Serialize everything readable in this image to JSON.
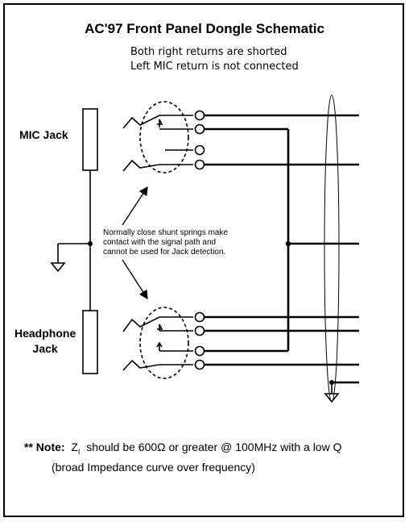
{
  "title": "AC'97 Front Panel Dongle Schematic",
  "subtitle_lines": [
    "Both right returns are shorted",
    "Left MIC return is not connected"
  ],
  "labels": {
    "mic_jack": "MIC Jack",
    "headphone_jack_line1": "Headphone",
    "headphone_jack_line2": "Jack"
  },
  "callout_lines": [
    "Normally close shunt springs make",
    "contact with the signal path and",
    "cannot be used for Jack detection."
  ],
  "note": {
    "prefix": "** Note:",
    "symbol": "Z",
    "subscript": "I",
    "text": "should be 600Ω or greater @ 100MHz with a low Q",
    "line2": "(broad Impedance curve over frequency)"
  },
  "colors": {
    "line": "#000000",
    "background": "#ffffff"
  }
}
